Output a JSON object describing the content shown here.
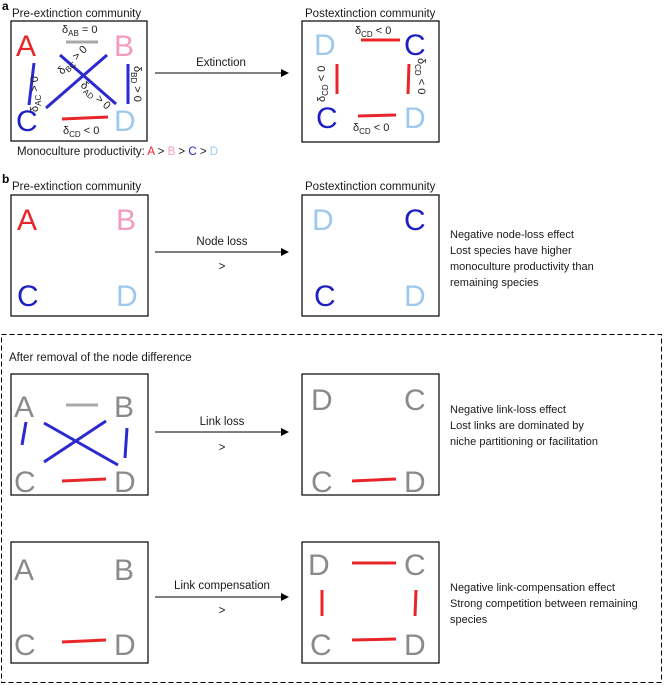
{
  "colors": {
    "A": "#e8262a",
    "B": "#f39bbf",
    "C": "#1f1fc2",
    "D": "#9fc9ec",
    "grey": "#8a8a8a",
    "red": "#e8262a",
    "blue": "#2a2ad0",
    "greyline": "#a9a9a9"
  },
  "panel_a": {
    "label": "a",
    "pre_title": "Pre-extinction community",
    "post_title": "Postextinction community",
    "arrow_label": "Extinction",
    "letters": {
      "A": "A",
      "B": "B",
      "C": "C",
      "D": "D"
    },
    "deltas": {
      "AB": {
        "d": "δ",
        "sub": "AB",
        "rel": " = 0"
      },
      "AC": {
        "d": "δ",
        "sub": "AC",
        "rel": " > 0"
      },
      "BC": {
        "d": "δ",
        "sub": "BC",
        "rel": " > 0"
      },
      "AD": {
        "d": "δ",
        "sub": "AD",
        "rel": " > 0"
      },
      "BD": {
        "d": "δ",
        "sub": "BD",
        "rel": " > 0"
      },
      "CD": {
        "d": "δ",
        "sub": "CD",
        "rel": " < 0"
      }
    },
    "productivity": {
      "prefix": "Monoculture productivity: ",
      "A": "A",
      "g1": " > ",
      "B": "B",
      "g2": " > ",
      "C": "C",
      "g3": " > ",
      "D": "D"
    }
  },
  "panel_b": {
    "label": "b",
    "pre_title": "Pre-extinction community",
    "post_title": "Postextinction community",
    "node_loss": {
      "arrow_label": "Node loss",
      "sign": ">",
      "lines": [
        "Negative node-loss effect",
        "Lost species have higher",
        "monoculture productivity than",
        "remaining species"
      ]
    },
    "dashed_title": "After removal of the node difference",
    "link_loss": {
      "arrow_label": "Link loss",
      "sign": ">",
      "lines": [
        "Negative link-loss effect",
        "Lost links are dominated by",
        "niche partitioning or facilitation"
      ]
    },
    "link_comp": {
      "arrow_label": "Link compensation",
      "sign": ">",
      "lines": [
        "Negative link-compensation effect",
        "Strong competition between remaining",
        "species"
      ]
    }
  }
}
